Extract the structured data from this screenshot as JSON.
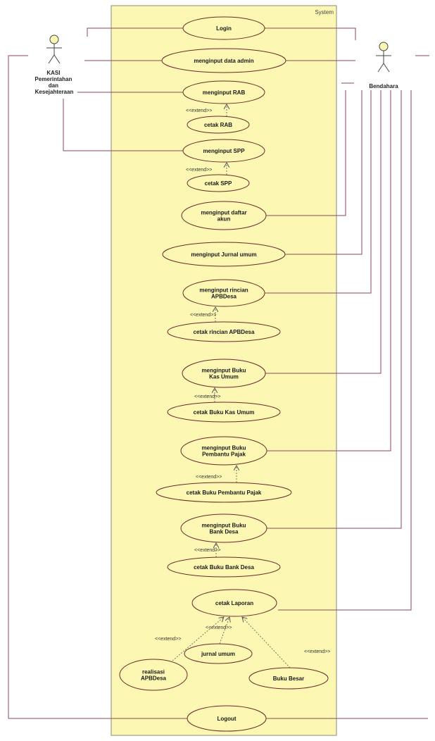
{
  "system": {
    "label": "System",
    "fill": "#fcf8b3",
    "stroke": "#8a8a7a"
  },
  "colors": {
    "ellipse_fill": "#fcf7b2",
    "ellipse_stroke": "#6b2a2a",
    "line": "#8a4a55",
    "text": "#1a1a1a",
    "extend_text": "#333333"
  },
  "actors": {
    "kasi": {
      "label_lines": [
        "KASI",
        "Pemerintahan",
        "dan",
        "Kesejahteraan"
      ],
      "icon": "stick-figure-icon"
    },
    "bendahara": {
      "label_lines": [
        "Bendahara"
      ],
      "icon": "stick-figure-icon"
    }
  },
  "use_cases": [
    {
      "id": "login",
      "lines": [
        "Login"
      ]
    },
    {
      "id": "data_admin",
      "lines": [
        "menginput data admin"
      ]
    },
    {
      "id": "rab",
      "lines": [
        "menginput RAB"
      ]
    },
    {
      "id": "cetak_rab",
      "lines": [
        "cetak RAB"
      ]
    },
    {
      "id": "spp",
      "lines": [
        "menginput SPP"
      ]
    },
    {
      "id": "cetak_spp",
      "lines": [
        "cetak SPP"
      ]
    },
    {
      "id": "daftar_akun",
      "lines": [
        "menginput daftar",
        "akun"
      ]
    },
    {
      "id": "jurnal",
      "lines": [
        "menginput Jurnal umum"
      ]
    },
    {
      "id": "rincian",
      "lines": [
        "menginput rincian",
        "APBDesa"
      ]
    },
    {
      "id": "cetak_rincian",
      "lines": [
        "cetak rincian APBDesa"
      ]
    },
    {
      "id": "bku",
      "lines": [
        "menginput Buku",
        "Kas Umum"
      ]
    },
    {
      "id": "cetak_bku",
      "lines": [
        "cetak Buku Kas Umum"
      ]
    },
    {
      "id": "bpp",
      "lines": [
        "menginput Buku",
        "Pembantu Pajak"
      ]
    },
    {
      "id": "cetak_bpp",
      "lines": [
        "cetak Buku Pembantu Pajak"
      ]
    },
    {
      "id": "bank",
      "lines": [
        "menginput Buku",
        "Bank Desa"
      ]
    },
    {
      "id": "cetak_bank",
      "lines": [
        "cetak Buku Bank Desa"
      ]
    },
    {
      "id": "laporan",
      "lines": [
        "cetak Laporan"
      ]
    },
    {
      "id": "jurnal_umum",
      "lines": [
        "jurnal umum"
      ]
    },
    {
      "id": "realisasi",
      "lines": [
        "realisasi",
        "APBDesa"
      ]
    },
    {
      "id": "buku_besar",
      "lines": [
        "Buku Besar"
      ]
    },
    {
      "id": "logout",
      "lines": [
        "Logout"
      ]
    }
  ],
  "extend_label": "<<extend>>"
}
